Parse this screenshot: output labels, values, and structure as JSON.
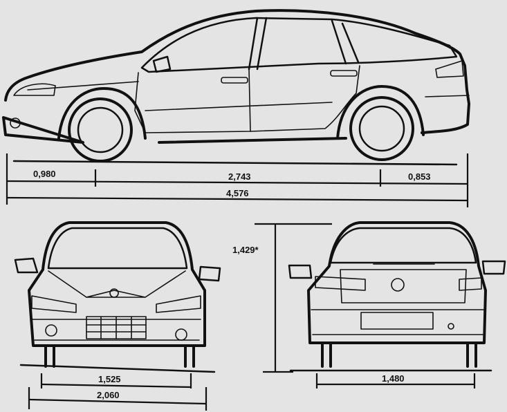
{
  "dimensions": {
    "front_overhang": "0,980",
    "wheelbase": "2,743",
    "rear_overhang": "0,853",
    "overall_length": "4,576",
    "height": "1,429*",
    "front_track": "1,525",
    "overall_width": "2,060",
    "rear_track": "1,480"
  },
  "colors": {
    "paper": "#e4e4e4",
    "ink": "#111111"
  }
}
